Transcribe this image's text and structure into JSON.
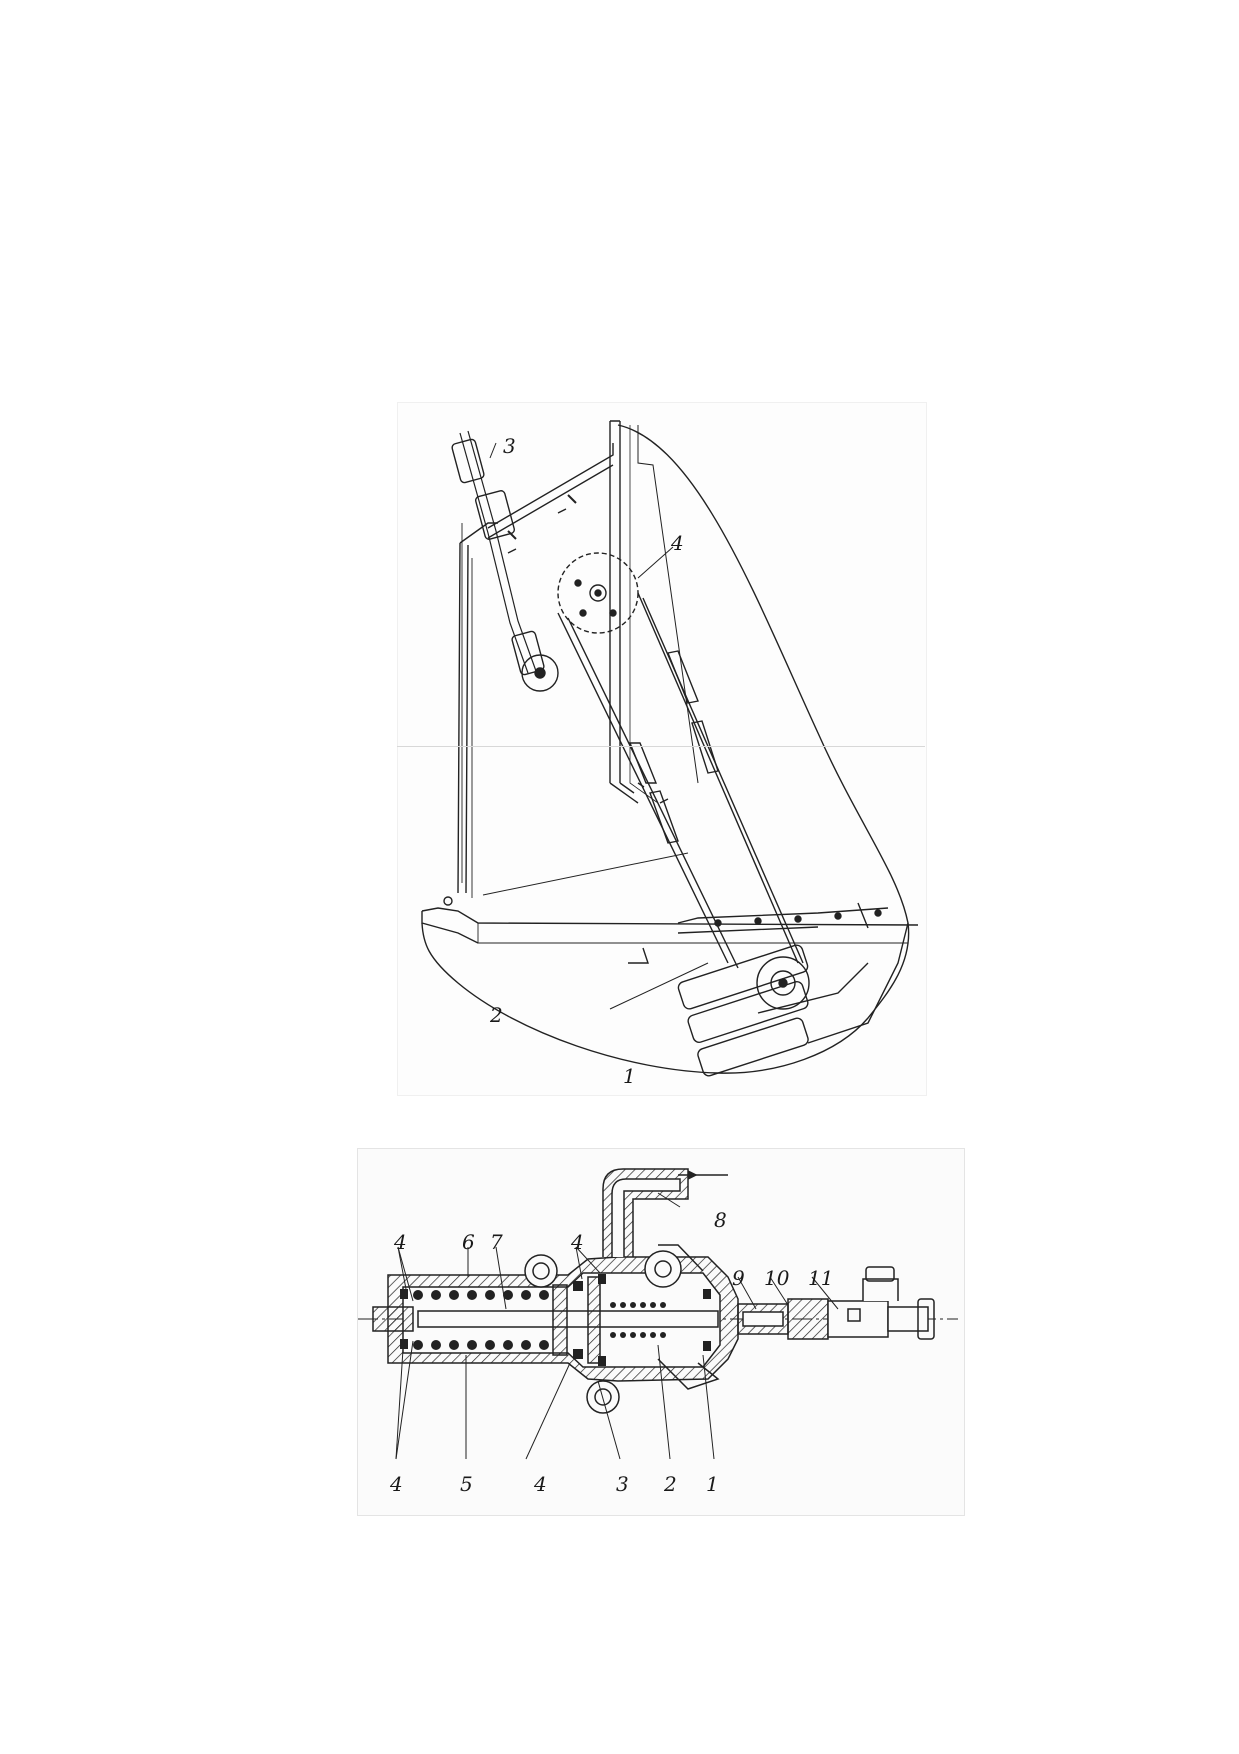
{
  "figure_1": {
    "callouts": {
      "c1": "1",
      "c2": "2",
      "c3": "3",
      "c4": "4"
    }
  },
  "figure_2": {
    "callouts": {
      "c1": "1",
      "c2": "2",
      "c3": "3",
      "c4_top_left": "4",
      "c4_top_mid": "4",
      "c4_bottom_mid": "4",
      "c4_bottom_left": "4",
      "c5": "5",
      "c6": "6",
      "c7": "7",
      "c8": "8",
      "c9": "9",
      "c10": "10",
      "c11": "11"
    }
  },
  "colors": {
    "ink": "#222222",
    "paper": "#ffffff"
  }
}
